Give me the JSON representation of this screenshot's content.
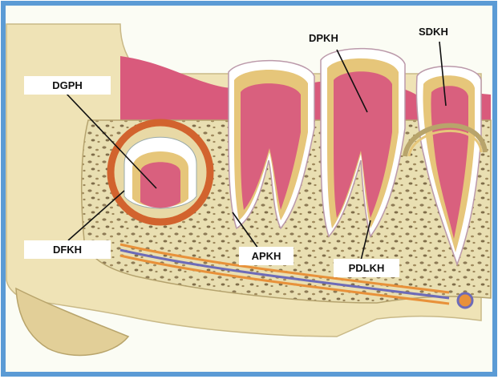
{
  "labels": {
    "dgph": "DGPH",
    "dfkh": "DFKH",
    "apkh": "APKH",
    "pdlkh": "PDLKH",
    "dpkh": "DPKH",
    "sdkh": "SDKH"
  },
  "colors": {
    "frame_border": "#5b9bd5",
    "background": "#fbfcf4",
    "gum": "#d95a7c",
    "gum_dark": "#b33a5e",
    "bone": "#e6dcae",
    "bone_speckle": "#8d7a55",
    "enamel": "#ffffff",
    "dentin": "#e6c67a",
    "pulp": "#d9607e",
    "follicle": "#d2632e",
    "jaw_outer": "#efe3b6",
    "nerve_orange": "#e8913a",
    "nerve_blue": "#6d6bb8",
    "leader_line": "#111111"
  }
}
